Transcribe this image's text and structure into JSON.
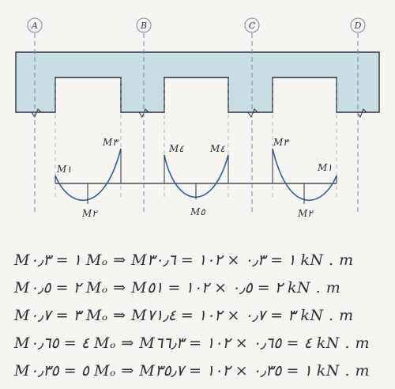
{
  "axes": [
    {
      "id": "A",
      "label": "A"
    },
    {
      "id": "B",
      "label": "B"
    },
    {
      "id": "C",
      "label": "C"
    },
    {
      "id": "D",
      "label": "D"
    }
  ],
  "moment_labels": {
    "span1_left": "M١",
    "span1_right": "M٣",
    "span1_mid": "M٢",
    "span2_left": "M٤",
    "span2_right": "M٤",
    "span2_mid": "M٥",
    "span3_left": "M٣",
    "span3_right": "M١",
    "span3_mid": "M٢"
  },
  "equations": [
    "M١ = ٠٫٣ Mₒ  ⇒  M١ = ٠٫٣ × ١٠٢ = ٣٠٫٦ kN . m",
    "M٢ = ٠٫٥ Mₒ  ⇒  M٢ = ٠٫٥ × ١٠٢ = ٥١ kN . m",
    "M٣ = ٠٫٧ Mₒ  ⇒  M٣ = ٠٫٧ × ١٠٢ = ٧١٫٤ kN . m",
    "M٤ = ٠٫٦٥ Mₒ  ⇒  M٤ = ٠٫٦٥ × ١٠٢ = ٦٦٫٣ kN . m",
    "M٥ = ٠٫٣٥ Mₒ  ⇒  M١ = ٠٫٣٥ × ١٠٢ = ٣٥٫٧ kN . m"
  ],
  "colors": {
    "concrete_fill": "#c9dde4",
    "outline": "#2a2e3a",
    "axis_line": "#6f86b3",
    "moment_curve": "#2f5d9e",
    "background": "#f6f5f1"
  }
}
